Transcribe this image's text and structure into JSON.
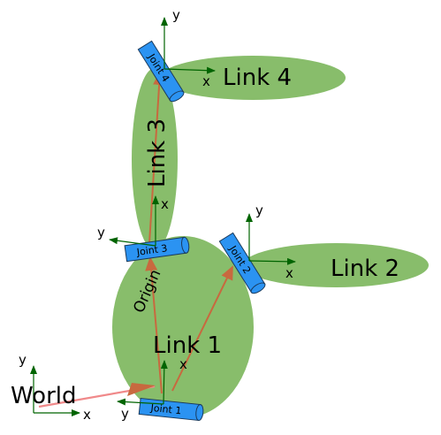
{
  "colors": {
    "link_fill": "#88bd6b",
    "joint_fill": "#2b93f2",
    "joint_stroke": "#1a3a5c",
    "axis": "#006400",
    "vector": "#c8693f",
    "world_vector": "#f0898a"
  },
  "labels": {
    "world": "World",
    "origin": "Origin",
    "link1": "Link 1",
    "link2": "Link 2",
    "link3": "Link 3",
    "link4": "Link 4",
    "joint1": "Joint 1",
    "joint2": "Joint 2",
    "joint3": "Joint 3",
    "joint4": "Joint 4",
    "axis_x": "x",
    "axis_y": "y"
  }
}
